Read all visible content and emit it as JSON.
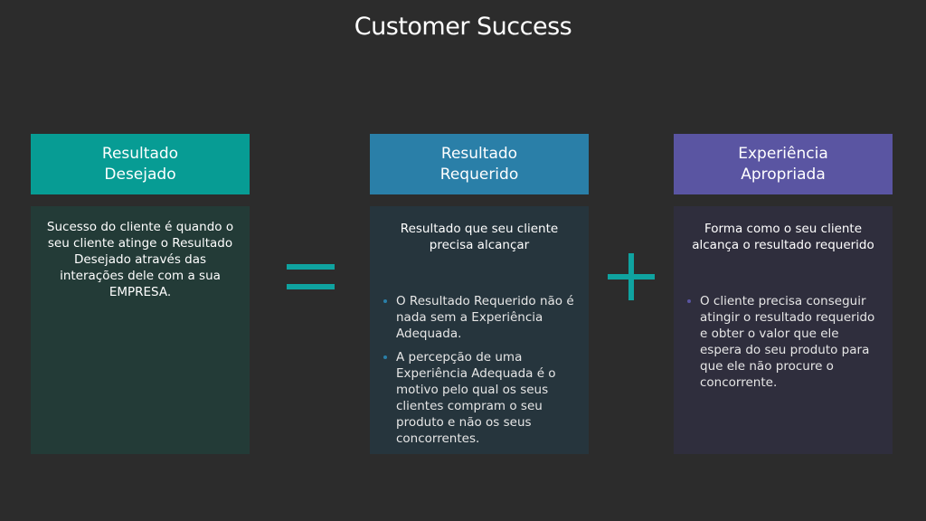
{
  "title": "Customer Success",
  "columns": [
    {
      "header_line1": "Resultado",
      "header_line2": "Desejado",
      "lead": "Sucesso do cliente é quando o seu cliente atinge o Resultado Desejado através das interações dele com a sua EMPRESA.",
      "bullets": [],
      "header_color": "#079c94"
    },
    {
      "header_line1": "Resultado",
      "header_line2": "Requerido",
      "lead": "Resultado que seu cliente precisa alcançar",
      "bullets": [
        "O Resultado Requerido não é nada sem a Experiência Adequada.",
        "A percepção de uma Experiência Adequada é o motivo pelo qual os seus clientes compram o seu produto e não os seus concorrentes."
      ],
      "header_color": "#2a7fa8"
    },
    {
      "header_line1": "Experiência",
      "header_line2": "Apropriada",
      "lead": "Forma como o seu cliente alcança o resultado requerido",
      "bullets": [
        "O cliente precisa conseguir atingir o resultado requerido e obter o valor que ele espera do seu produto para que ele não procure o concorrente."
      ],
      "header_color": "#5a55a2"
    }
  ],
  "operators": {
    "first": "equals-icon",
    "second": "plus-icon",
    "color": "#0fa3a0"
  }
}
